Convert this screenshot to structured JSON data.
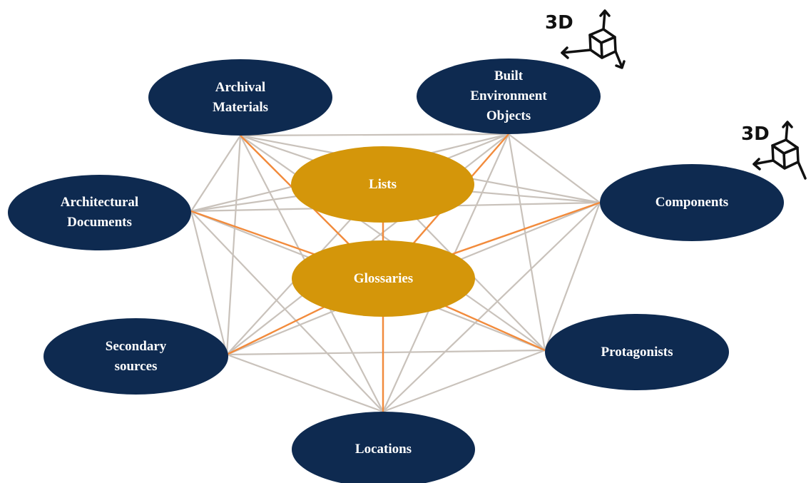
{
  "colors": {
    "outer_node": "#0e2a50",
    "core_node": "#d4960a",
    "node_text": "#ffffff",
    "grey_link": "#c9c2bb",
    "orange_link": "#f28b3c",
    "badge_ink": "#111111"
  },
  "nodes": {
    "archival": {
      "label": "Archival\nMaterials"
    },
    "built": {
      "label": "Built\nEnvironment\nObjects"
    },
    "architectural": {
      "label": "Architectural\nDocuments"
    },
    "components": {
      "label": "Components"
    },
    "secondary": {
      "label": "Secondary\nsources"
    },
    "protagonists": {
      "label": "Protagonists"
    },
    "locations": {
      "label": "Locations"
    },
    "lists": {
      "label": "Lists"
    },
    "glossaries": {
      "label": "Glossaries"
    }
  },
  "badges": [
    {
      "text": "3D",
      "icon": "cube-axes-icon"
    },
    {
      "text": "3D",
      "icon": "cube-axes-icon"
    }
  ],
  "connections": {
    "grey": [
      [
        "archival",
        "built"
      ],
      [
        "archival",
        "architectural"
      ],
      [
        "archival",
        "components"
      ],
      [
        "archival",
        "secondary"
      ],
      [
        "archival",
        "protagonists"
      ],
      [
        "archival",
        "locations"
      ],
      [
        "archival",
        "lists"
      ],
      [
        "built",
        "architectural"
      ],
      [
        "built",
        "components"
      ],
      [
        "built",
        "secondary"
      ],
      [
        "built",
        "protagonists"
      ],
      [
        "built",
        "locations"
      ],
      [
        "built",
        "lists"
      ],
      [
        "architectural",
        "components"
      ],
      [
        "architectural",
        "secondary"
      ],
      [
        "architectural",
        "protagonists"
      ],
      [
        "architectural",
        "locations"
      ],
      [
        "architectural",
        "lists"
      ],
      [
        "components",
        "secondary"
      ],
      [
        "components",
        "protagonists"
      ],
      [
        "components",
        "locations"
      ],
      [
        "components",
        "lists"
      ],
      [
        "secondary",
        "protagonists"
      ],
      [
        "secondary",
        "locations"
      ],
      [
        "secondary",
        "lists"
      ],
      [
        "protagonists",
        "locations"
      ],
      [
        "protagonists",
        "lists"
      ],
      [
        "locations",
        "lists"
      ]
    ],
    "orange": [
      [
        "glossaries",
        "archival"
      ],
      [
        "glossaries",
        "built"
      ],
      [
        "glossaries",
        "architectural"
      ],
      [
        "glossaries",
        "components"
      ],
      [
        "glossaries",
        "secondary"
      ],
      [
        "glossaries",
        "protagonists"
      ],
      [
        "glossaries",
        "locations"
      ],
      [
        "glossaries",
        "lists"
      ]
    ]
  }
}
